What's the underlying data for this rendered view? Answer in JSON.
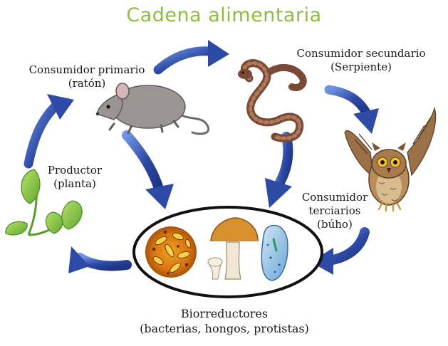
{
  "title": "Cadena alimentaria",
  "colors": {
    "title": "#8cbd3f",
    "arrow": "#2d4aa6",
    "arrow_light": "#5b7fd6",
    "ring": "#111111"
  },
  "nodes": {
    "primary": {
      "line1": "Consumidor primario",
      "line2": "(ratón)",
      "icon": "mouse-icon"
    },
    "secondary": {
      "line1": "Consumidor secundario",
      "line2": "(Serpiente)",
      "icon": "snake-icon"
    },
    "producer": {
      "line1": "Productor",
      "line2": "(planta)",
      "icon": "plant-icon"
    },
    "tertiary": {
      "line1": "Consumidor",
      "line2": "terciarios",
      "line3": "(búho)",
      "icon": "owl-icon"
    },
    "decomposers": {
      "line1": "Biorreductores",
      "line2": "(bacterias, hongos, protistas)",
      "icons": [
        "bacteria-icon",
        "mushroom-icon",
        "protist-icon"
      ]
    }
  }
}
